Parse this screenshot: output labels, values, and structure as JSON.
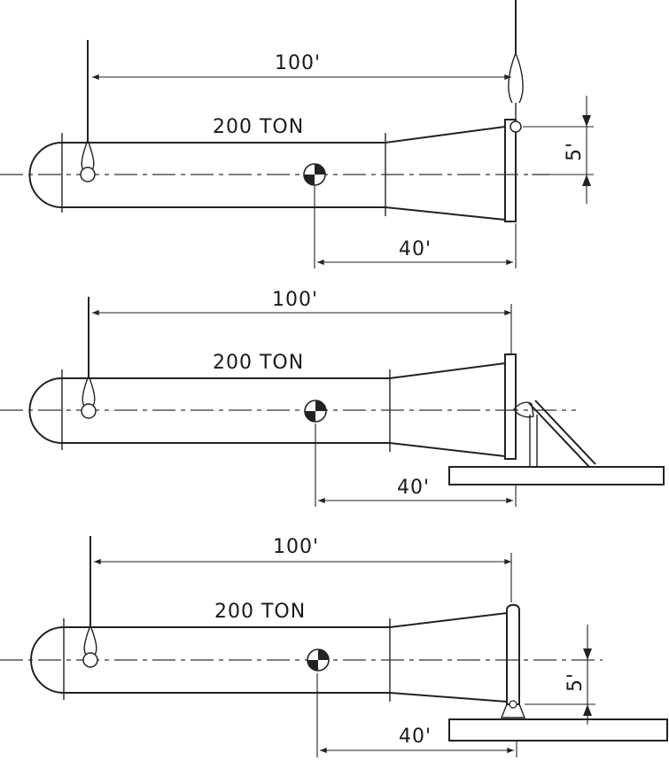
{
  "panels": [
    {
      "label_load": "200 TON",
      "label_span": "100'",
      "label_cg": "40'",
      "label_offset": "5'"
    },
    {
      "label_load": "200 TON",
      "label_span": "100'",
      "label_cg": "40'"
    },
    {
      "label_load": "200 TON",
      "label_span": "100'",
      "label_cg": "40'",
      "label_offset": "5'"
    }
  ],
  "colors": {
    "ink": "#222222",
    "paper": "#ffffff"
  }
}
